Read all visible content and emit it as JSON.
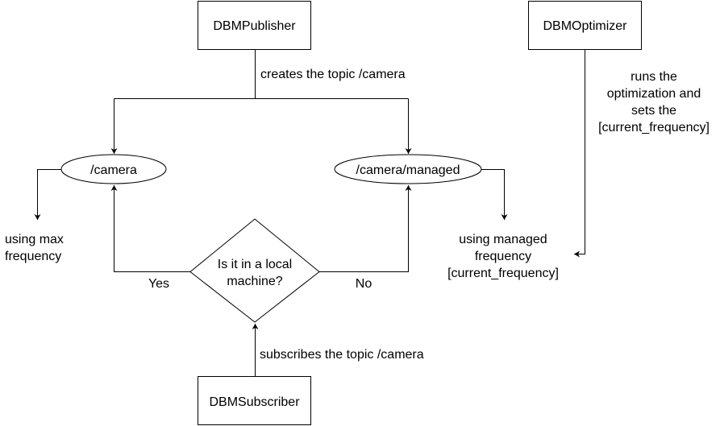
{
  "nodes": {
    "publisher": {
      "label": "DBMPublisher"
    },
    "optimizer": {
      "label": "DBMOptimizer"
    },
    "subscriber": {
      "label": "DBMSubscriber"
    },
    "camera_topic": {
      "label": "/camera"
    },
    "managed_topic": {
      "label": "/camera/managed"
    },
    "decision": {
      "lines": [
        "Is it in a local",
        "machine?"
      ]
    }
  },
  "edge_labels": {
    "creates": "creates the topic /camera",
    "subscribes": "subscribes the topic /camera",
    "yes": "Yes",
    "no": "No",
    "optimizer_note": [
      "runs the",
      "optimization and",
      "sets the",
      "[current_frequency]"
    ]
  },
  "outputs": {
    "max": [
      "using max",
      "frequency"
    ],
    "managed": [
      "using managed",
      "frequency",
      "[current_frequency]"
    ]
  },
  "colors": {
    "stroke": "#000000",
    "fill": "#ffffff",
    "text": "#000000"
  }
}
